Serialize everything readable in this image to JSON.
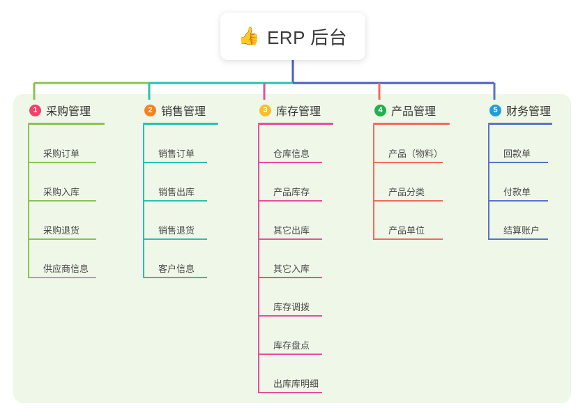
{
  "diagram": {
    "type": "mind-map",
    "background_color": "#ffffff",
    "canvas_color": "#eef7e8",
    "root": {
      "icon": "thumbs-up-icon",
      "icon_glyph": "👍",
      "title": "ERP 后台",
      "box_color": "#ffffff",
      "connector_color": "#4a5fc1"
    },
    "branches": [
      {
        "number": "1",
        "title": "采购管理",
        "badge_color": "#f0426a",
        "line_color": "#8cc152",
        "items": [
          "采购订单",
          "采购入库",
          "采购退货",
          "供应商信息"
        ]
      },
      {
        "number": "2",
        "title": "销售管理",
        "badge_color": "#f58220",
        "line_color": "#27c2b0",
        "items": [
          "销售订单",
          "销售出库",
          "销售退货",
          "客户信息"
        ]
      },
      {
        "number": "3",
        "title": "库存管理",
        "badge_color": "#f6c026",
        "line_color": "#ea4d9c",
        "items": [
          "仓库信息",
          "产品库存",
          "其它出库",
          "其它入库",
          "库存调拨",
          "库存盘点",
          "出库库明细"
        ]
      },
      {
        "number": "4",
        "title": "产品管理",
        "badge_color": "#22b14c",
        "line_color": "#f4685f",
        "items": [
          "产品（物料）",
          "产品分类",
          "产品单位"
        ]
      },
      {
        "number": "5",
        "title": "财务管理",
        "badge_color": "#1f9ed8",
        "line_color": "#5a72c8",
        "items": [
          "回款单",
          "付款单",
          "结算账户"
        ]
      }
    ]
  }
}
